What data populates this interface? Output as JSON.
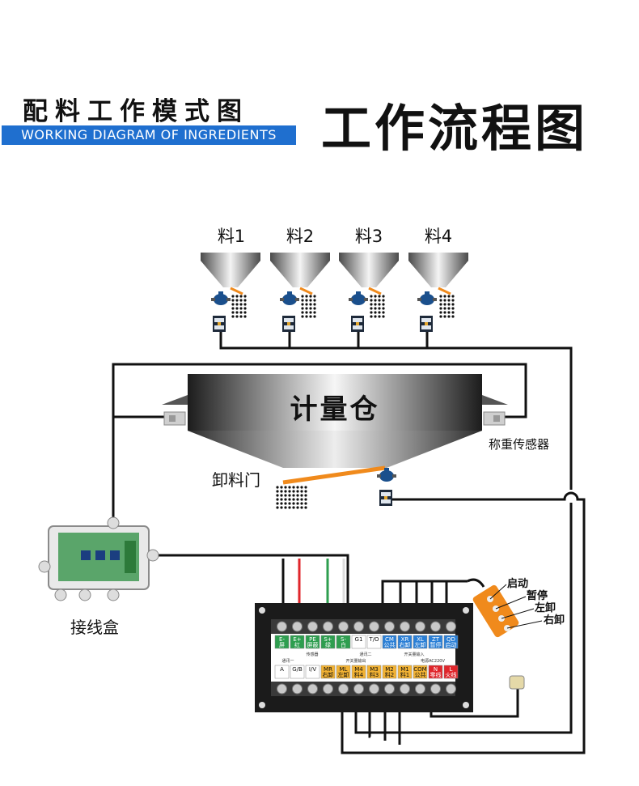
{
  "header": {
    "title_cn": "配料工作模式图",
    "subtitle_en": "WORKING DIAGRAM OF INGREDIENTS",
    "main_title": "工作流程图"
  },
  "hoppers": [
    {
      "label": "料1"
    },
    {
      "label": "料2"
    },
    {
      "label": "料3"
    },
    {
      "label": "料4"
    }
  ],
  "weigh_bin": {
    "label": "计量仓"
  },
  "load_cell": {
    "label": "称重传感器"
  },
  "discharge_gate": {
    "label": "卸料门"
  },
  "junction_box": {
    "label": "接线盒"
  },
  "pendant": {
    "buttons": [
      "启动",
      "暂停",
      "左卸",
      "右卸"
    ]
  },
  "controller": {
    "top_terminals": [
      {
        "code": "E-",
        "sub": "屏",
        "color": "#2e9e4f"
      },
      {
        "code": "E+",
        "sub": "红",
        "color": "#2e9e4f"
      },
      {
        "code": "PE",
        "sub": "屏蔽",
        "color": "#2e9e4f"
      },
      {
        "code": "S+",
        "sub": "绿",
        "color": "#2e9e4f"
      },
      {
        "code": "S-",
        "sub": "白",
        "color": "#2e9e4f"
      },
      {
        "code": "G1",
        "sub": "",
        "color": "#ffffff"
      },
      {
        "code": "T/O",
        "sub": "",
        "color": "#ffffff"
      },
      {
        "code": "CM",
        "sub": "公共",
        "color": "#2a7fd6"
      },
      {
        "code": "XR",
        "sub": "右卸",
        "color": "#2a7fd6"
      },
      {
        "code": "XL",
        "sub": "左卸",
        "color": "#2a7fd6"
      },
      {
        "code": "ZT",
        "sub": "暂停",
        "color": "#2a7fd6"
      },
      {
        "code": "QD",
        "sub": "启动",
        "color": "#2a7fd6"
      }
    ],
    "top_groups": [
      "传感器",
      "通讯二",
      "开关量输入"
    ],
    "bottom_groups": [
      "通讯一",
      "开关量输出",
      "电源AC220V"
    ],
    "bottom_terminals": [
      {
        "code": "A",
        "sub": "",
        "color": "#ffffff"
      },
      {
        "code": "G/B",
        "sub": "",
        "color": "#ffffff"
      },
      {
        "code": "I/V",
        "sub": "",
        "color": "#ffffff"
      },
      {
        "code": "MR",
        "sub": "右卸",
        "color": "#f2b233"
      },
      {
        "code": "ML",
        "sub": "左卸",
        "color": "#f2b233"
      },
      {
        "code": "M4",
        "sub": "料4",
        "color": "#f2b233"
      },
      {
        "code": "M3",
        "sub": "料3",
        "color": "#f2b233"
      },
      {
        "code": "M2",
        "sub": "料2",
        "color": "#f2b233"
      },
      {
        "code": "M1",
        "sub": "料1",
        "color": "#f2b233"
      },
      {
        "code": "COM",
        "sub": "公共",
        "color": "#f2b233"
      },
      {
        "code": "N",
        "sub": "零线",
        "color": "#e0262b"
      },
      {
        "code": "L",
        "sub": "火线",
        "color": "#e0262b"
      }
    ]
  },
  "colors": {
    "accent_blue": "#1f6fcf",
    "discharge_orange": "#f08a1c",
    "wire_red": "#e0262b",
    "wire_green": "#2e9e4f"
  }
}
